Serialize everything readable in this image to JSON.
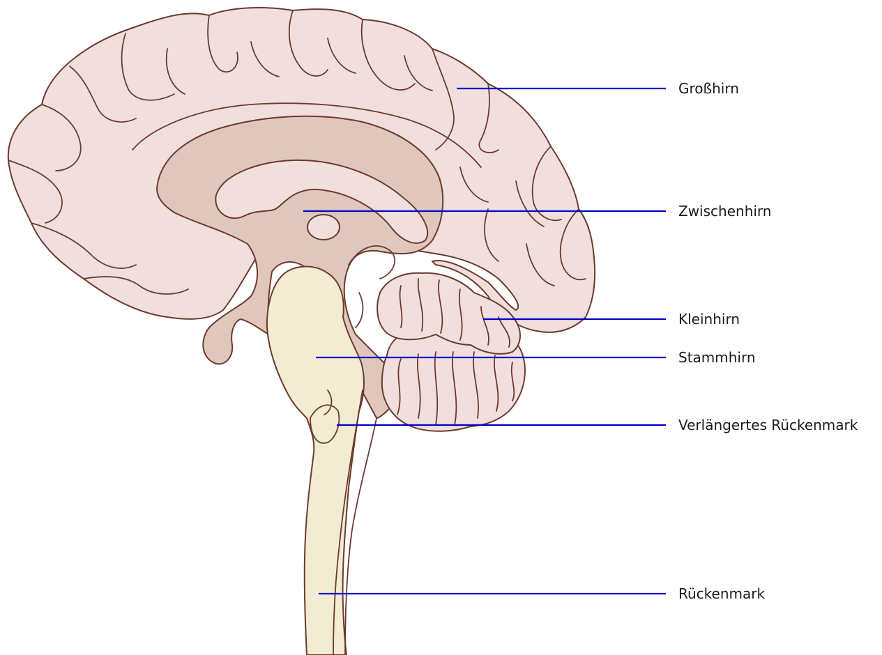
{
  "colors": {
    "cortex": "#f1dfdd",
    "inner": "#dfc8bb",
    "stem": "#f2ecd2",
    "outline": "#6b3a2e",
    "leader": "#0000cc"
  },
  "labels": [
    {
      "id": "grosshirn",
      "text": "Großhirn"
    },
    {
      "id": "zwischenhirn",
      "text": "Zwischenhirn"
    },
    {
      "id": "kleinhirn",
      "text": "Kleinhirn"
    },
    {
      "id": "stammhirn",
      "text": "Stammhirn"
    },
    {
      "id": "verlaengertes-rueckenmark",
      "text": "Verlängertes Rückenmark"
    },
    {
      "id": "rueckenmark",
      "text": "Rückenmark"
    }
  ]
}
